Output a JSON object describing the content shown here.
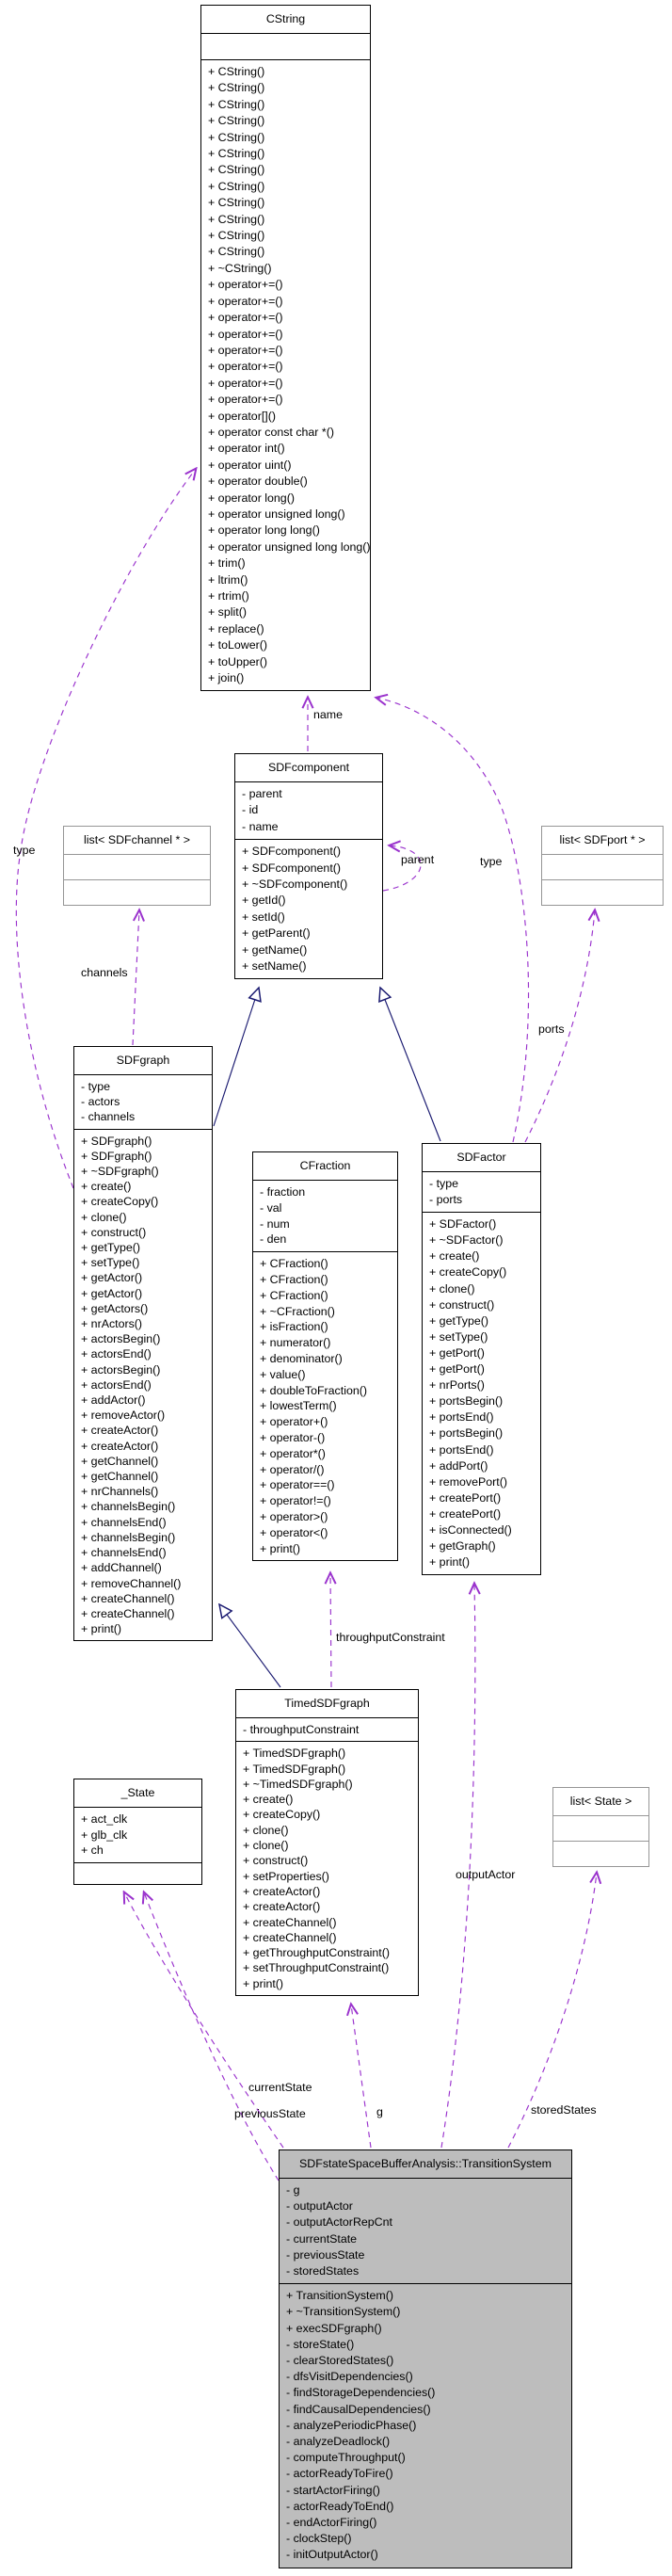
{
  "diagram": {
    "colors": {
      "dependency_edge": "#9a32cd",
      "inheritance_edge": "#191970",
      "class_border": "#000000",
      "template_border": "#969696",
      "highlight_fill": "#bdbdbd"
    },
    "classes": [
      {
        "id": "cstring",
        "title": "CString",
        "attrs": [],
        "methods": [
          "+ CString()",
          "+ CString()",
          "+ CString()",
          "+ CString()",
          "+ CString()",
          "+ CString()",
          "+ CString()",
          "+ CString()",
          "+ CString()",
          "+ CString()",
          "+ CString()",
          "+ CString()",
          "+ ~CString()",
          "+ operator+=()",
          "+ operator+=()",
          "+ operator+=()",
          "+ operator+=()",
          "+ operator+=()",
          "+ operator+=()",
          "+ operator+=()",
          "+ operator+=()",
          "+ operator[]()",
          "+ operator const char *()",
          "+ operator int()",
          "+ operator uint()",
          "+ operator double()",
          "+ operator long()",
          "+ operator unsigned long()",
          "+ operator long long()",
          "+ operator unsigned long long()",
          "+ trim()",
          "+ ltrim()",
          "+ rtrim()",
          "+ split()",
          "+ replace()",
          "+ toLower()",
          "+ toUpper()",
          "+ join()"
        ]
      },
      {
        "id": "sdfcomponent",
        "title": "SDFcomponent",
        "attrs": [
          "- parent",
          "- id",
          "- name"
        ],
        "methods": [
          "+ SDFcomponent()",
          "+ SDFcomponent()",
          "+ ~SDFcomponent()",
          "+ getId()",
          "+ setId()",
          "+ getParent()",
          "+ getName()",
          "+ setName()"
        ]
      },
      {
        "id": "list-sdfchannel",
        "title": "list< SDFchannel * >",
        "attrs": [],
        "methods": []
      },
      {
        "id": "list-sdfport",
        "title": "list< SDFport * >",
        "attrs": [],
        "methods": []
      },
      {
        "id": "sdfgraph",
        "title": "SDFgraph",
        "attrs": [
          "- type",
          "- actors",
          "- channels"
        ],
        "methods": [
          "+ SDFgraph()",
          "+ SDFgraph()",
          "+ ~SDFgraph()",
          "+ create()",
          "+ createCopy()",
          "+ clone()",
          "+ construct()",
          "+ getType()",
          "+ setType()",
          "+ getActor()",
          "+ getActor()",
          "+ getActors()",
          "+ nrActors()",
          "+ actorsBegin()",
          "+ actorsEnd()",
          "+ actorsBegin()",
          "+ actorsEnd()",
          "+ addActor()",
          "+ removeActor()",
          "+ createActor()",
          "+ createActor()",
          "+ getChannel()",
          "+ getChannel()",
          "+ nrChannels()",
          "+ channelsBegin()",
          "+ channelsEnd()",
          "+ channelsBegin()",
          "+ channelsEnd()",
          "+ addChannel()",
          "+ removeChannel()",
          "+ createChannel()",
          "+ createChannel()",
          "+ print()"
        ]
      },
      {
        "id": "cfraction",
        "title": "CFraction",
        "attrs": [
          "- fraction",
          "- val",
          "- num",
          "- den"
        ],
        "methods": [
          "+ CFraction()",
          "+ CFraction()",
          "+ CFraction()",
          "+ ~CFraction()",
          "+ isFraction()",
          "+ numerator()",
          "+ denominator()",
          "+ value()",
          "+ doubleToFraction()",
          "+ lowestTerm()",
          "+ operator+()",
          "+ operator-()",
          "+ operator*()",
          "+ operator/()",
          "+ operator==()",
          "+ operator!=()",
          "+ operator>()",
          "+ operator<()",
          "+ print()"
        ]
      },
      {
        "id": "sdfactor",
        "title": "SDFactor",
        "attrs": [
          "- type",
          "- ports"
        ],
        "methods": [
          "+ SDFactor()",
          "+ ~SDFactor()",
          "+ create()",
          "+ createCopy()",
          "+ clone()",
          "+ construct()",
          "+ getType()",
          "+ setType()",
          "+ getPort()",
          "+ getPort()",
          "+ nrPorts()",
          "+ portsBegin()",
          "+ portsEnd()",
          "+ portsBegin()",
          "+ portsEnd()",
          "+ addPort()",
          "+ removePort()",
          "+ createPort()",
          "+ createPort()",
          "+ isConnected()",
          "+ getGraph()",
          "+ print()"
        ]
      },
      {
        "id": "timedsdfgraph",
        "title": "TimedSDFgraph",
        "attrs": [
          "- throughputConstraint"
        ],
        "methods": [
          "+ TimedSDFgraph()",
          "+ TimedSDFgraph()",
          "+ ~TimedSDFgraph()",
          "+ create()",
          "+ createCopy()",
          "+ clone()",
          "+ clone()",
          "+ construct()",
          "+ setProperties()",
          "+ createActor()",
          "+ createActor()",
          "+ createChannel()",
          "+ createChannel()",
          "+ getThroughputConstraint()",
          "+ setThroughputConstraint()",
          "+ print()"
        ]
      },
      {
        "id": "state",
        "title": "_State",
        "attrs": [
          "+ act_clk",
          "+ glb_clk",
          "+ ch"
        ],
        "methods": []
      },
      {
        "id": "list-state",
        "title": "list< State >",
        "attrs": [],
        "methods": []
      },
      {
        "id": "transitionsystem",
        "title": "SDFstateSpaceBufferAnalysis::TransitionSystem",
        "attrs": [
          "- g",
          "- outputActor",
          "- outputActorRepCnt",
          "- currentState",
          "- previousState",
          "- storedStates"
        ],
        "methods": [
          "+ TransitionSystem()",
          "+ ~TransitionSystem()",
          "+ execSDFgraph()",
          "- storeState()",
          "- clearStoredStates()",
          "- dfsVisitDependencies()",
          "- findStorageDependencies()",
          "- findCausalDependencies()",
          "- analyzePeriodicPhase()",
          "- analyzeDeadlock()",
          "- computeThroughput()",
          "- actorReadyToFire()",
          "- startActorFiring()",
          "- actorReadyToEnd()",
          "- endActorFiring()",
          "- clockStep()",
          "- initOutputActor()"
        ]
      }
    ],
    "edge_labels": {
      "name": "name",
      "parent": "parent",
      "type_left": "type",
      "type_right": "type",
      "channels": "channels",
      "ports": "ports",
      "throughput_constraint": "throughputConstraint",
      "output_actor": "outputActor",
      "current_state": "currentState",
      "previous_state": "previousState",
      "g": "g",
      "stored_states": "storedStates"
    }
  }
}
